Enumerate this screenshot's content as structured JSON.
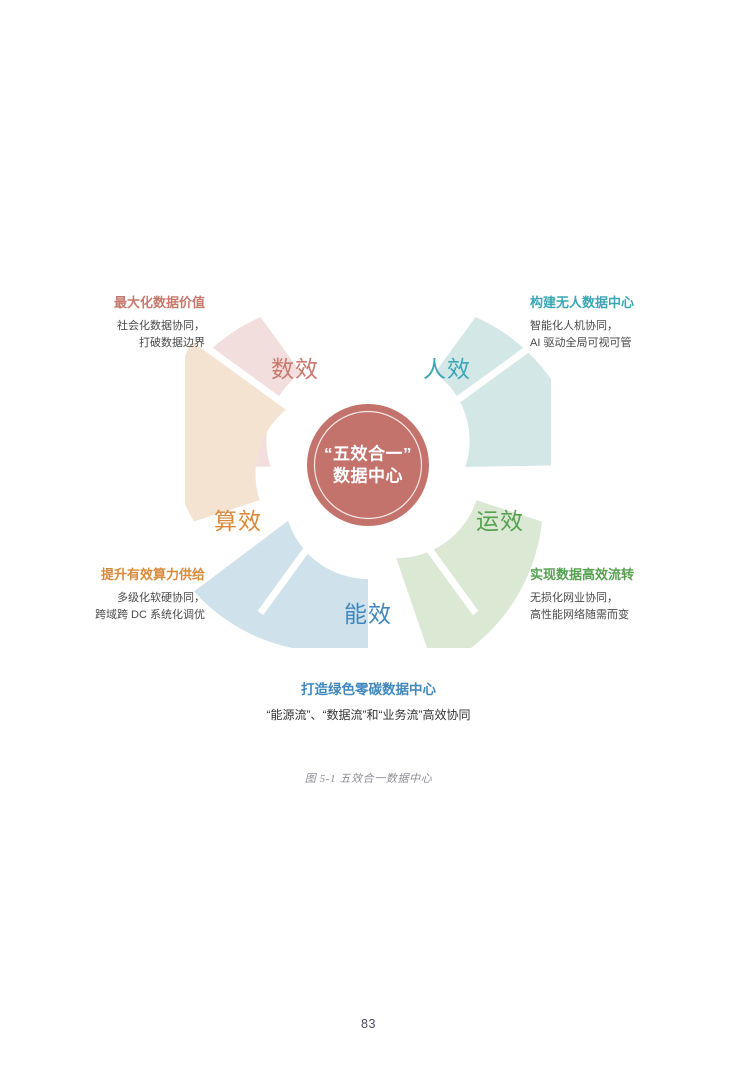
{
  "document": {
    "page_number": "83",
    "figure_caption": "图 5-1 五效合一数据中心"
  },
  "chart_data": {
    "type": "pie",
    "title": "“五效合一”数据中心",
    "center_label_line1": "“五效合一”",
    "center_label_line2": "数据中心",
    "center_color": "#c4736c",
    "legend_position": "around",
    "categories": [
      "数效",
      "人效",
      "运效",
      "能效",
      "算效"
    ],
    "values": [
      20,
      20,
      20,
      20,
      20
    ],
    "series": [
      {
        "name": "五效",
        "values": [
          20,
          20,
          20,
          20,
          20
        ]
      }
    ],
    "segments": [
      {
        "key": "shu-xiao",
        "label": "数效",
        "value": 20,
        "fill": "#f2dedc",
        "text_color": "#c7796d",
        "start_angle": -90,
        "end_angle": -18,
        "callout_title": "最大化数据价值",
        "callout_lines": [
          "社会化数据协同，",
          "打破数据边界"
        ],
        "callout_color": "#c7796d"
      },
      {
        "key": "ren-xiao",
        "label": "人效",
        "value": 20,
        "fill": "#d3e7e7",
        "text_color": "#3ba6b4",
        "start_angle": -90,
        "end_angle": -18,
        "callout_title": "构建无人数据中心",
        "callout_lines": [
          "智能化人机协同，",
          "AI 驱动全局可视可管"
        ],
        "callout_color": "#3ba6b4"
      },
      {
        "key": "yun-xiao",
        "label": "运效",
        "value": 20,
        "fill": "#dbe9d4",
        "text_color": "#56a050",
        "start_angle": 0,
        "end_angle": 72,
        "callout_title": "实现数据高效流转",
        "callout_lines": [
          "无损化网业协同，",
          "高性能网络随需而变"
        ],
        "callout_color": "#56a050"
      },
      {
        "key": "neng-xiao",
        "label": "能效",
        "value": 20,
        "fill": "#cfe1ea",
        "text_color": "#3f87bd",
        "start_angle": 72,
        "end_angle": 144,
        "callout_title": "打造绿色零碳数据中心",
        "callout_lines": [
          "“能源流”、“数据流”和“业务流”高效协同"
        ],
        "callout_color": "#3f87bd"
      },
      {
        "key": "suan-xiao",
        "label": "算效",
        "value": 20,
        "fill": "#f4e3d1",
        "text_color": "#d88a3a",
        "start_angle": 144,
        "end_angle": 216,
        "callout_title": "提升有效算力供给",
        "callout_lines": [
          "多级化软硬协同，",
          "跨域跨 DC 系统化调优"
        ],
        "callout_color": "#d88a3a"
      }
    ]
  },
  "callouts": {
    "top_left": {
      "title": "最大化数据价值",
      "line1": "社会化数据协同，",
      "line2": "打破数据边界"
    },
    "top_right": {
      "title": "构建无人数据中心",
      "line1": "智能化人机协同，",
      "line2": "AI 驱动全局可视可管"
    },
    "bottom_right": {
      "title": "实现数据高效流转",
      "line1": "无损化网业协同，",
      "line2": "高性能网络随需而变"
    },
    "bottom_left": {
      "title": "提升有效算力供给",
      "line1": "多级化软硬协同，",
      "line2": "跨域跨 DC 系统化调优"
    },
    "bottom_center": {
      "title": "打造绿色零碳数据中心",
      "line1": "“能源流”、“数据流”和“业务流”高效协同"
    }
  },
  "segment_labels": {
    "shu_xiao": "数效",
    "ren_xiao": "人效",
    "yun_xiao": "运效",
    "neng_xiao": "能效",
    "suan_xiao": "算效"
  }
}
